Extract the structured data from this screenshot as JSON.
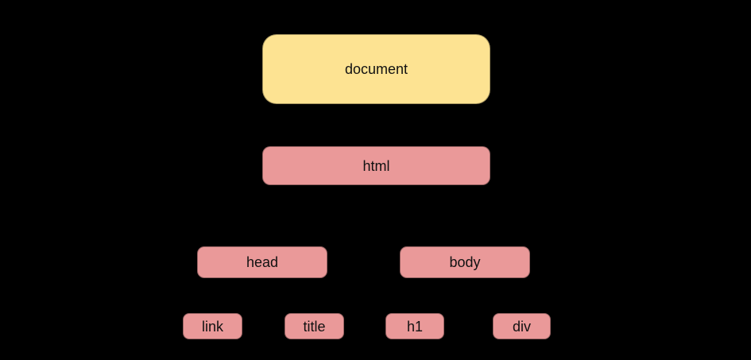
{
  "diagram": {
    "background_color": "#000000",
    "text_color": "#111111",
    "root_fill": "#fde392",
    "element_fill": "#ea9999",
    "tree": {
      "root": "document",
      "children": {
        "document": [
          "html"
        ],
        "html": [
          "head",
          "body"
        ],
        "head": [
          "link",
          "title"
        ],
        "body": [
          "h1",
          "div"
        ]
      }
    },
    "nodes": {
      "document": {
        "label": "document",
        "fill": "#fde392"
      },
      "html": {
        "label": "html",
        "fill": "#ea9999"
      },
      "head": {
        "label": "head",
        "fill": "#ea9999"
      },
      "body": {
        "label": "body",
        "fill": "#ea9999"
      },
      "link": {
        "label": "link",
        "fill": "#ea9999"
      },
      "title": {
        "label": "title",
        "fill": "#ea9999"
      },
      "h1": {
        "label": "h1",
        "fill": "#ea9999"
      },
      "div": {
        "label": "div",
        "fill": "#ea9999"
      }
    }
  }
}
